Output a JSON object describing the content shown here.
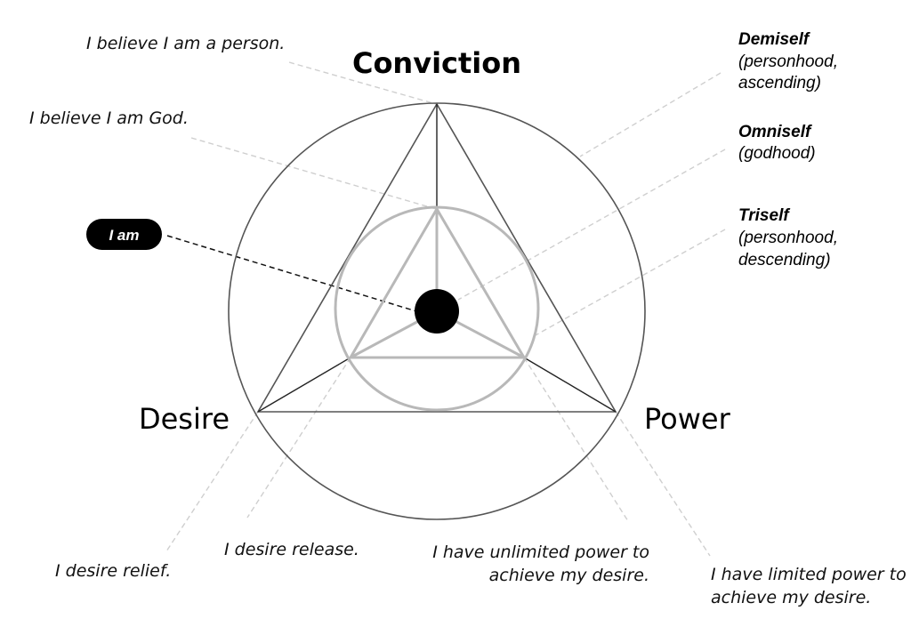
{
  "vertices": {
    "conviction": "Conviction",
    "desire": "Desire",
    "power": "Power"
  },
  "center_label": "I am",
  "statements": {
    "person": "I believe I am a person.",
    "god": "I believe I am God.",
    "relief": "I desire relief.",
    "release": "I desire release.",
    "unlimited_1": "I have unlimited power to",
    "unlimited_2": "achieve my desire.",
    "limited_1": "I have limited power to",
    "limited_2": "achieve my desire."
  },
  "selves": {
    "demiself": {
      "title": "Demiself",
      "sub_1": "(personhood,",
      "sub_2": "ascending)"
    },
    "omniself": {
      "title": "Omniself",
      "sub_1": "(godhood)"
    },
    "triself": {
      "title": "Triself",
      "sub_1": "(personhood,",
      "sub_2": "descending)"
    }
  },
  "colors": {
    "outer_lines": "#555555",
    "inner_lines": "#b8b8b8",
    "leader": "#cfcfcf",
    "dot": "#000000"
  }
}
